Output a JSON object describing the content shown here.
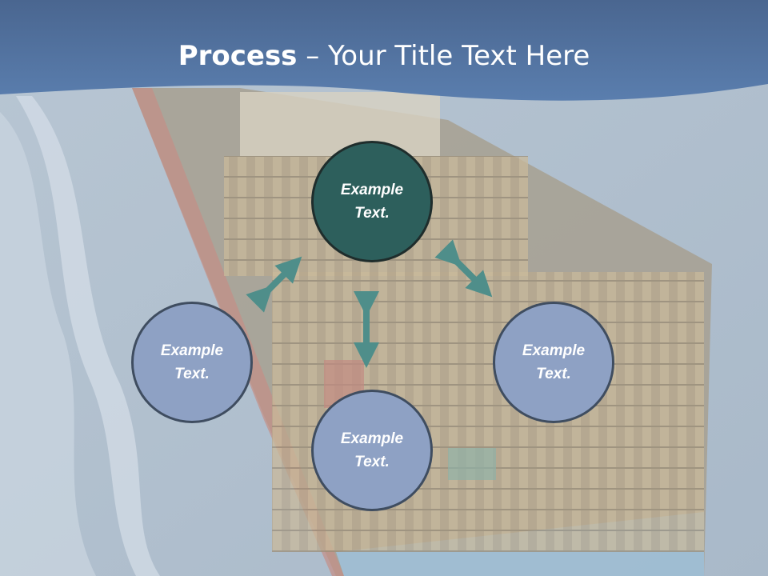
{
  "slide": {
    "title_bold": "Process",
    "title_rest": " – Your Title Text Here"
  },
  "diagram": {
    "center": "Example Text.",
    "left": "Example Text.",
    "right": "Example Text.",
    "bottom": "Example Text."
  },
  "colors": {
    "header": "#4f6f9c",
    "center_node": "#2d5f5c",
    "outer_node": "#8ea1c4",
    "arrow": "#4f8e8a"
  },
  "icons": [
    "double-arrow-icon"
  ]
}
